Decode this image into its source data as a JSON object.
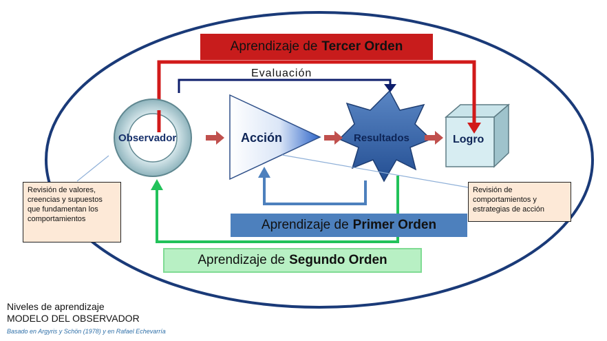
{
  "banners": {
    "third": {
      "prefix": "Aprendizaje de",
      "bold": "Tercer  Orden"
    },
    "first": {
      "prefix": "Aprendizaje de",
      "bold": "Primer  Orden"
    },
    "second": {
      "prefix": "Aprendizaje de",
      "bold": "Segundo  Orden"
    }
  },
  "labels": {
    "evaluacion": "Evaluación",
    "observador": "Observador",
    "accion": "Acción",
    "resultados": "Resultados",
    "logro": "Logro"
  },
  "notes": {
    "left": "Revisión de valores, creencias y supuestos que fundamentan los comportamientos",
    "right": "Revisión de comportamientos y estrategias de acción"
  },
  "footer": {
    "title": "Niveles de aprendizaje",
    "subtitle": "MODELO DEL OBSERVADOR",
    "credit": "Basado en Argyris y Schön (1978)  y en Rafael Echevarría"
  },
  "colors": {
    "ellipse": "#1a3a78",
    "third_order": "#c81c1c",
    "first_order": "#4d80bd",
    "second_order": "#22c25a",
    "evaluation": "#0d1d6b"
  }
}
